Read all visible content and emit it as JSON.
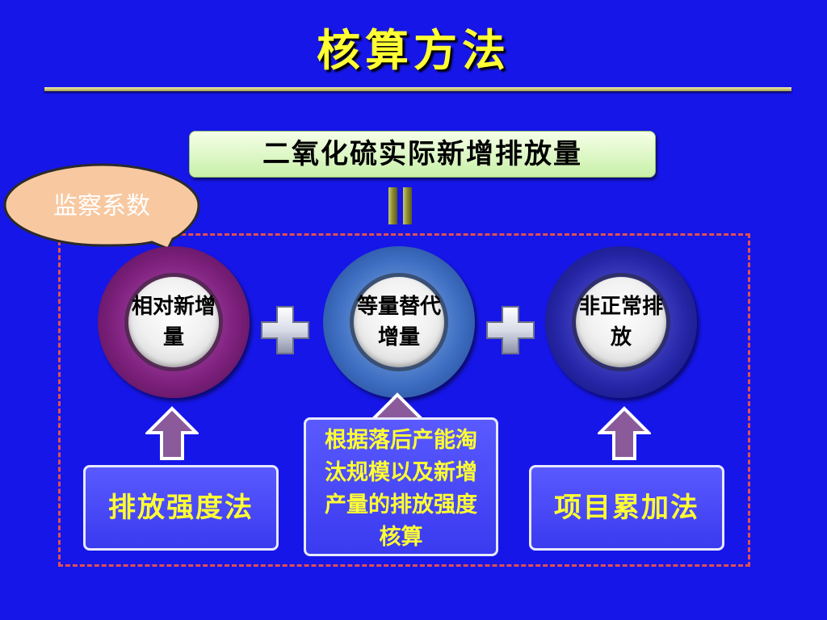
{
  "title": "核算方法",
  "top_box": "二氧化硫实际新增排放量",
  "bubble": "监察系数",
  "circles": [
    {
      "label": "相对新增量"
    },
    {
      "label": "等量替代增量"
    },
    {
      "label": "非正常排放"
    }
  ],
  "methods": [
    {
      "label": "排放强度法"
    },
    {
      "label": "根据落后产能淘汰规模以及新增产量的排放强度核算"
    },
    {
      "label": "项目累加法"
    }
  ],
  "colors": {
    "background": "#1616e8",
    "title": "#ffff33",
    "dashed_border": "#e05050",
    "bubble_fill": "#f8c8a0",
    "arrow_fill": "#8a5a9a"
  }
}
